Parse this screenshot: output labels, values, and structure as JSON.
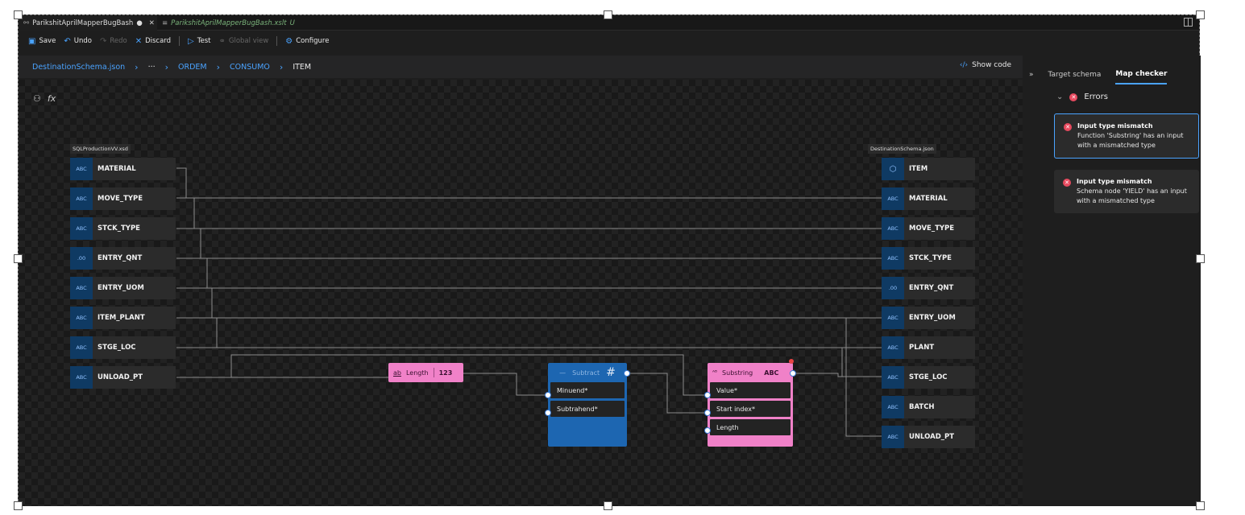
{
  "tabs": [
    {
      "label": "ParikshitAprilMapperBugBash",
      "modified": "●",
      "close": "✕"
    },
    {
      "label": "ParikshitAprilMapperBugBash.xslt",
      "status": "U"
    }
  ],
  "toolbar": {
    "save": "Save",
    "undo": "Undo",
    "redo": "Redo",
    "discard": "Discard",
    "test": "Test",
    "global_view": "Global view",
    "configure": "Configure"
  },
  "breadcrumb": {
    "items": [
      "DestinationSchema.json",
      "···",
      "ORDEM",
      "CONSUMO",
      "ITEM"
    ],
    "show_code": "Show code"
  },
  "canvas_tools": {
    "schema_icon": "schema-icon",
    "function_label": "fx"
  },
  "source": {
    "title": "SQLProductionVV.xsd",
    "rows": [
      {
        "type": "ABC",
        "name": "MATERIAL"
      },
      {
        "type": "ABC",
        "name": "MOVE_TYPE"
      },
      {
        "type": "ABC",
        "name": "STCK_TYPE"
      },
      {
        "type": ".00",
        "name": "ENTRY_QNT"
      },
      {
        "type": "ABC",
        "name": "ENTRY_UOM"
      },
      {
        "type": "ABC",
        "name": "ITEM_PLANT"
      },
      {
        "type": "ABC",
        "name": "STGE_LOC"
      },
      {
        "type": "ABC",
        "name": "UNLOAD_PT"
      }
    ]
  },
  "target": {
    "title": "DestinationSchema.json",
    "root": "ITEM",
    "rows": [
      {
        "type": "ABC",
        "name": "MATERIAL"
      },
      {
        "type": "ABC",
        "name": "MOVE_TYPE"
      },
      {
        "type": "ABC",
        "name": "STCK_TYPE"
      },
      {
        "type": ".00",
        "name": "ENTRY_QNT"
      },
      {
        "type": "ABC",
        "name": "ENTRY_UOM"
      },
      {
        "type": "ABC",
        "name": "PLANT"
      },
      {
        "type": "ABC",
        "name": "STGE_LOC"
      },
      {
        "type": "ABC",
        "name": "BATCH"
      },
      {
        "type": "ABC",
        "name": "UNLOAD_PT"
      }
    ]
  },
  "functions": {
    "length": {
      "label": "Length",
      "output": "123"
    },
    "subtract": {
      "label": "Subtract",
      "output": "#",
      "inputs": [
        "Minuend*",
        "Subtrahend*"
      ]
    },
    "substring": {
      "label": "Substring",
      "output": "ABC",
      "inputs": [
        "Value*",
        "Start index*",
        "Length"
      ]
    }
  },
  "panel": {
    "tabs": [
      "Target schema",
      "Map checker"
    ],
    "active_tab": "Map checker",
    "errors_header": "Errors",
    "errors": [
      {
        "title": "Input type mismatch",
        "message": "Function 'Substring' has an input with a mismatched type"
      },
      {
        "title": "Input type mismatch",
        "message": "Schema node 'YIELD' has an input with a mismatched type"
      }
    ]
  },
  "colors": {
    "accent": "#4aa3ff",
    "function_pink": "#f081c8",
    "function_blue": "#1d66b1",
    "error": "#e84a5f"
  }
}
